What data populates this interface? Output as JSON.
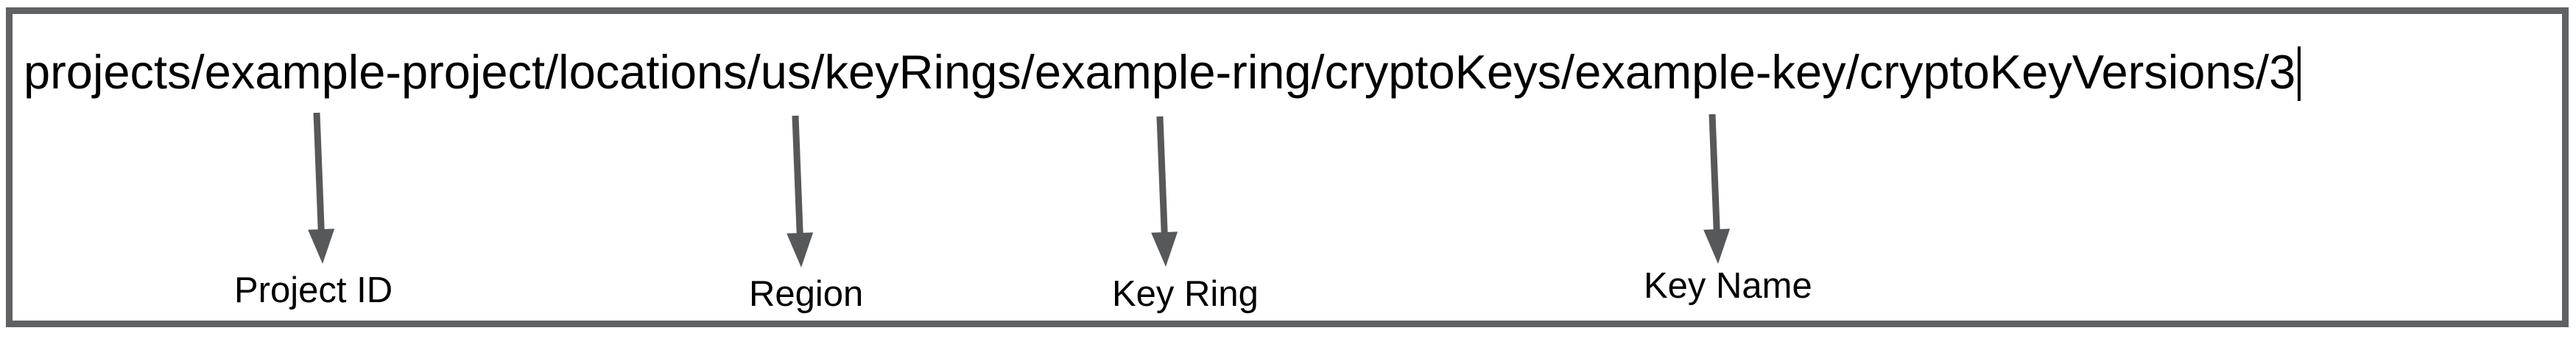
{
  "diagram": {
    "resource_path": {
      "full_text": "projects/example-project/locations/us/keyRings/example-ring/cryptoKeys/example-key/cryptoKeyVersions/3",
      "cursor_visible": true,
      "version_number": "3"
    },
    "annotations": [
      {
        "id": "project-id",
        "label": "Project ID",
        "points_to": "example-project"
      },
      {
        "id": "region",
        "label": "Region",
        "points_to": "us"
      },
      {
        "id": "key-ring",
        "label": "Key Ring",
        "points_to": "example-ring"
      },
      {
        "id": "key-name",
        "label": "Key Name",
        "points_to": "example-key"
      }
    ],
    "colors": {
      "frame": "#606163",
      "arrow": "#57585a",
      "text": "#000000"
    }
  }
}
